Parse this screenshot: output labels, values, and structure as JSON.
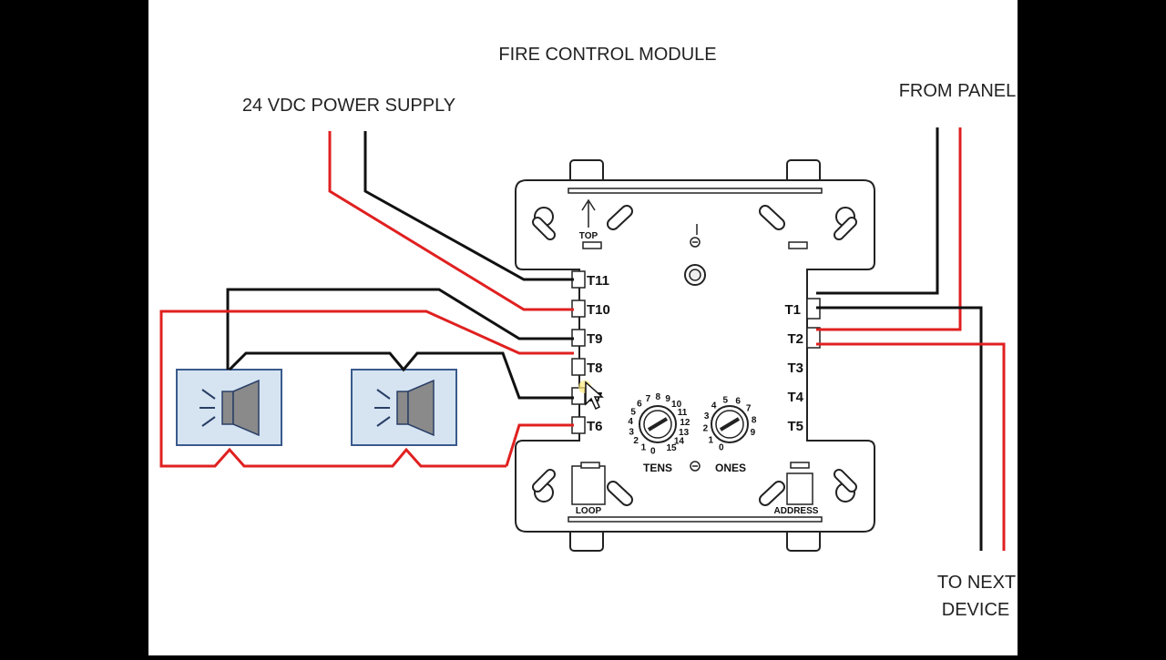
{
  "labels": {
    "title": "FIRE CONTROL MODULE",
    "power_supply": "24 VDC POWER SUPPLY",
    "from_panel": "FROM PANEL",
    "to_next_line1": "TO NEXT",
    "to_next_line2": "DEVICE"
  },
  "module": {
    "top": "TOP",
    "loop": "LOOP",
    "address": "ADDRESS",
    "tens": "TENS",
    "ones": "ONES",
    "left_terminals": [
      "T11",
      "T10",
      "T9",
      "T8",
      "T7",
      "T6"
    ],
    "right_terminals": [
      "T1",
      "T2",
      "T3",
      "T4",
      "T5"
    ],
    "tens_dial": [
      "0",
      "1",
      "2",
      "3",
      "4",
      "5",
      "6",
      "7",
      "8",
      "9",
      "10",
      "11",
      "12",
      "13",
      "14",
      "15"
    ],
    "ones_dial": [
      "0",
      "1",
      "2",
      "3",
      "4",
      "5",
      "6",
      "7",
      "8",
      "9"
    ]
  },
  "colors": {
    "red_wire": "#e02020",
    "black_wire": "#111111",
    "speaker_box": "#d6e4f2",
    "speaker_border": "#3a5a8c",
    "speaker_cone": "#8a8a8a"
  },
  "icons": {
    "speaker_left": "speaker-icon",
    "speaker_right": "speaker-icon",
    "cursor": "arrow-cursor-icon"
  }
}
